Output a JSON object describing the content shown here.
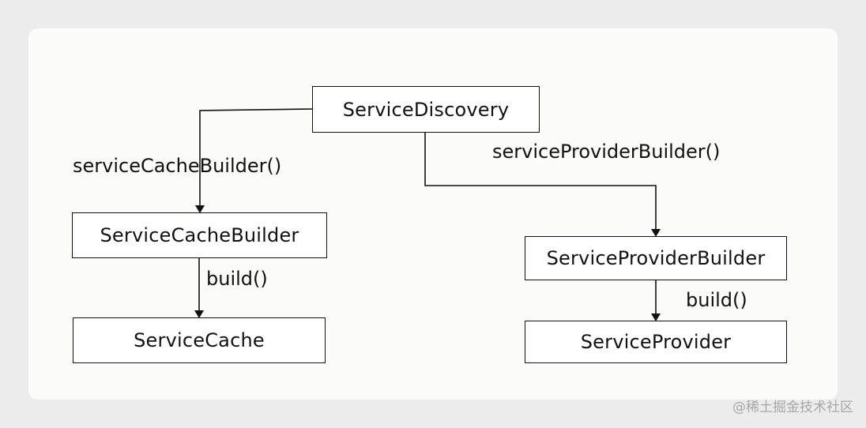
{
  "diagram": {
    "nodes": {
      "service_discovery": "ServiceDiscovery",
      "service_cache_builder": "ServiceCacheBuilder",
      "service_cache": "ServiceCache",
      "service_provider_builder": "ServiceProviderBuilder",
      "service_provider": "ServiceProvider"
    },
    "edges": {
      "discovery_to_cache_builder": "serviceCacheBuilder()",
      "discovery_to_provider_builder": "serviceProviderBuilder()",
      "cache_builder_to_cache": "build()",
      "provider_builder_to_provider": "build()"
    }
  },
  "watermark": "@稀土掘金技术社区"
}
